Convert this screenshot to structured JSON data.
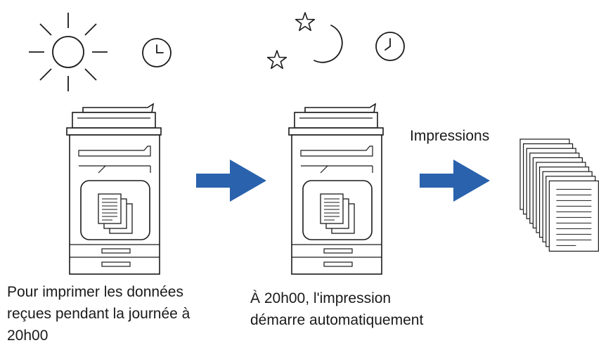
{
  "captions": {
    "left": "Pour imprimer les données reçues pendant la journée à 20h00",
    "middle": "À 20h00, l'impression démarre automatiquement"
  },
  "labels": {
    "prints": "Impressions"
  },
  "icons": {
    "day": [
      "sun-icon",
      "clock-icon"
    ],
    "night": [
      "star-icon",
      "star-icon",
      "moon-icon",
      "clock-icon"
    ],
    "devices": [
      "printer-icon",
      "printer-icon"
    ],
    "flow": [
      "arrow-right-icon",
      "arrow-right-icon"
    ],
    "output": "paper-stack-icon"
  },
  "colors": {
    "arrow": "#2a62ad",
    "line": "#1a1a1a"
  }
}
